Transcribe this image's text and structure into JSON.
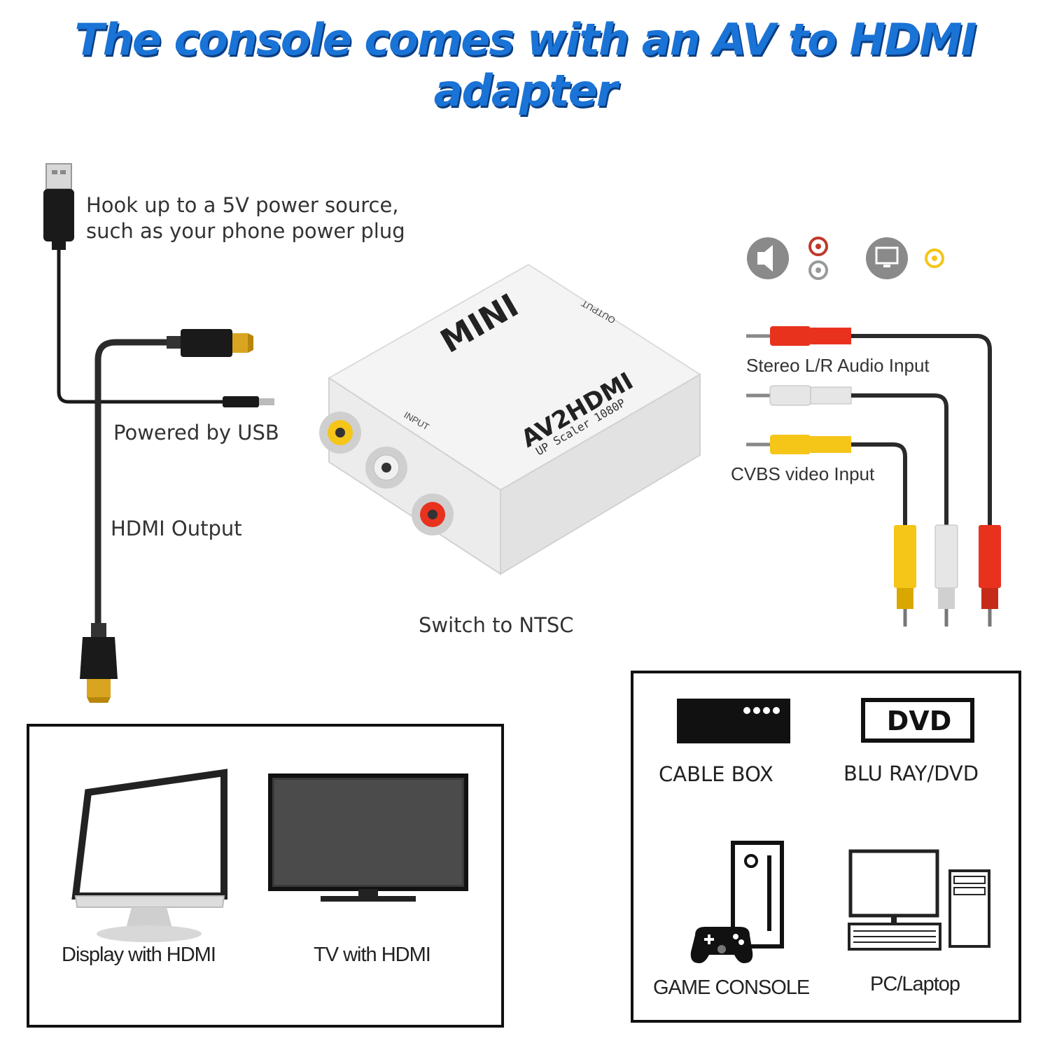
{
  "headline": "The console comes with an AV to HDMI adapter",
  "usb_note": {
    "line1": "Hook up to a 5V power source,",
    "line2": "such as your phone power plug"
  },
  "left_labels": {
    "powered": "Powered by USB",
    "hdmi_output": "HDMI Output"
  },
  "adapter": {
    "brand": "MINI",
    "model": "AV2HDMI",
    "subtitle": "UP Scaler 1080P",
    "input": "INPUT",
    "output": "OUTPUT"
  },
  "switch_note": "Switch to NTSC",
  "right_labels": {
    "audio": "Stereo L/R Audio Input",
    "video": "CVBS video Input"
  },
  "outputs_box": {
    "display": "Display with HDMI",
    "tv": "TV with HDMI"
  },
  "sources_box": {
    "cable": "CABLE BOX",
    "dvd_logo": "DVD",
    "dvd": "BLU RAY/DVD",
    "console": "GAME CONSOLE",
    "pc": "PC/Laptop"
  },
  "colors": {
    "headline": "#1a73d6",
    "rca_red": "#e8321e",
    "rca_white": "#e6e6e6",
    "rca_yellow": "#f5c518",
    "hdmi_gold": "#d9a520"
  }
}
